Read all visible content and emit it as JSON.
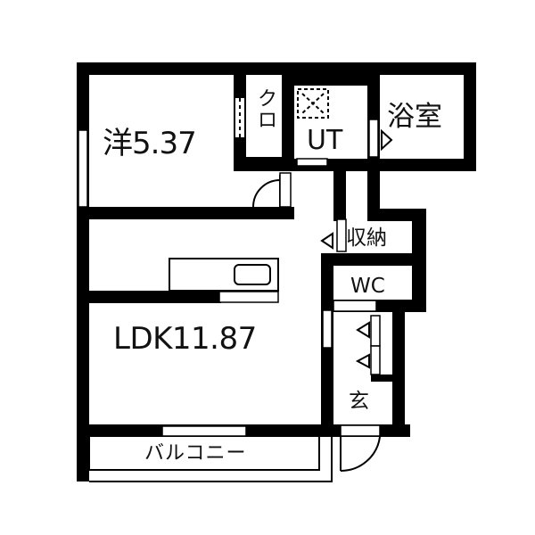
{
  "floor_plan": {
    "rooms": {
      "western_room": {
        "label": "洋5.37",
        "type": "洋室",
        "area_jo": 5.37
      },
      "closet": {
        "label": "クロ"
      },
      "utility": {
        "label": "UT"
      },
      "bathroom": {
        "label": "浴室"
      },
      "storage": {
        "label": "収納"
      },
      "toilet": {
        "label": "WC"
      },
      "ldk": {
        "label": "LDK11.87",
        "type": "LDK",
        "area_jo": 11.87
      },
      "entrance": {
        "label": "玄"
      },
      "balcony": {
        "label": "バルコニー"
      }
    },
    "colors": {
      "wall": "#000000",
      "background": "#ffffff"
    }
  }
}
